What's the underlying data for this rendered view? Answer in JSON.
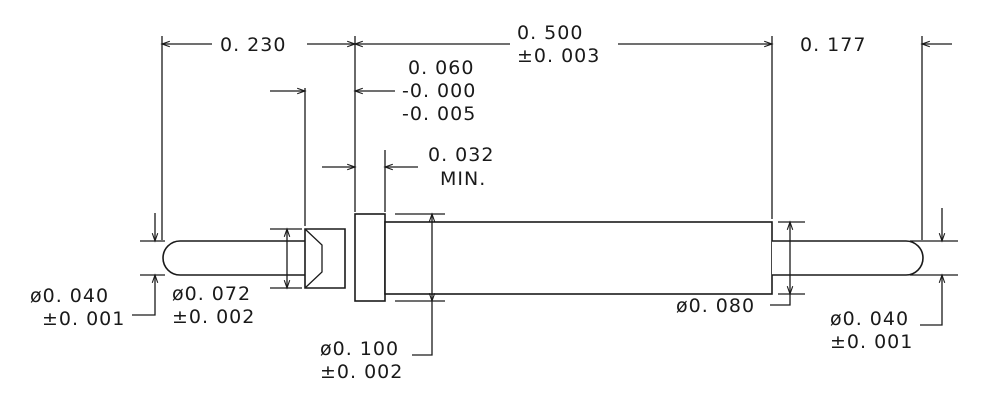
{
  "dimensions": {
    "overall_left": "0. 230",
    "center_length": "0. 500",
    "center_length_tol": "±0. 003",
    "right_length": "0. 177",
    "collar_width": "0. 060",
    "collar_width_tol_plus": "-0. 000",
    "collar_width_tol_minus": "-0. 005",
    "gap": "0. 032",
    "gap_note": "MIN.",
    "tip_dia_left": "ø0. 040",
    "tip_dia_left_tol": "±0. 001",
    "shaft_dia_left": "ø0. 072",
    "shaft_dia_left_tol": "±0. 002",
    "collar_dia": "ø0. 100",
    "collar_dia_tol": "±0. 002",
    "barrel_dia": "ø0. 080",
    "tip_dia_right": "ø0. 040",
    "tip_dia_right_tol": "±0. 001"
  }
}
